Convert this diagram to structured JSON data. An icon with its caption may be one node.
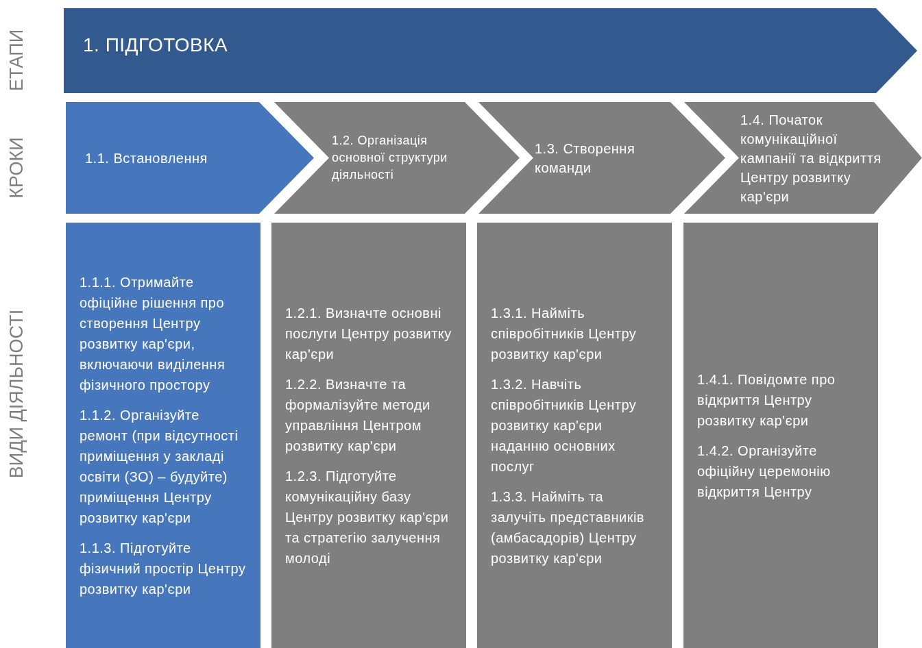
{
  "diagram": {
    "nodes": [
      {
        "text": [
          "1. ПІДГОТОВКА"
        ]
      },
      {
        "text": [
          "1.1. Встановлення"
        ]
      },
      {
        "text": [
          "1.2. Організація основної структури діяльності"
        ]
      },
      {
        "text": [
          "1.3. Створення команди"
        ]
      },
      {
        "text": [
          "1.4. Початок комунікаційної кампанії та відкриття Центру розвитку кар'єри"
        ]
      },
      {
        "text": [
          "1.1.1. Отримайте офіційне рішення про створення Центру розвитку кар'єри, включаючи виділення фізичного простору",
          "1.1.2.  Організуйте ремонт (при відсутності приміщення у закладі освіти (ЗО) – будуйте) приміщення Центру розвитку кар'єри",
          "1.1.3. Підготуйте фізичний простір Центру розвитку кар'єри"
        ]
      },
      {
        "text": [
          "1.2.1. Визначте основні послуги Центру розвитку кар'єри",
          "1.2.2. Визначте та формалізуйте методи управління Центром розвитку кар'єри",
          "1.2.3. Підготуйте комунікаційну базу Центру розвитку кар'єри та стратегію залучення молоді"
        ]
      },
      {
        "text": [
          "1.3.1. Найміть співробітників Центру розвитку кар'єри",
          "1.3.2. Навчіть співробітників Центру розвитку кар'єри наданню основних послуг",
          "1.3.3. Найміть та залучіть представників (амбасадорів) Центру розвитку кар'єри"
        ]
      },
      {
        "text": [
          "1.4.1. Повідомте про відкриття Центру розвитку кар'єри",
          "1.4.2. Організуйте офіційну церемонію відкриття Центру"
        ]
      }
    ],
    "edges": [],
    "labels": [
      "ЕТАПИ",
      "КРОКИ",
      "ВИДИ ДІЯЛЬНОСТІ"
    ]
  }
}
